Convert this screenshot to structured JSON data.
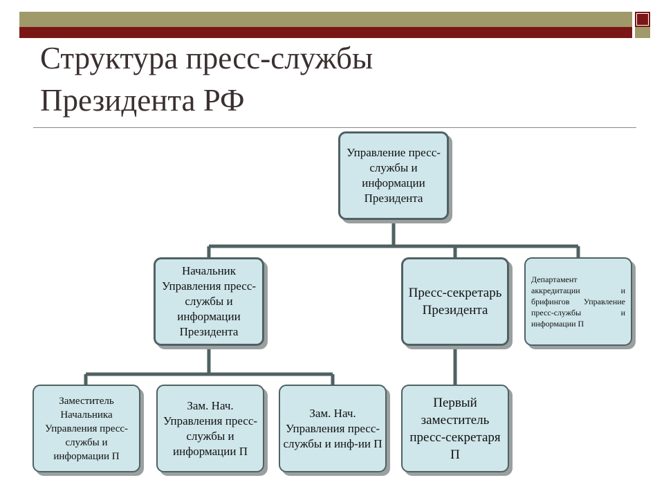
{
  "slide": {
    "title_line1": "Структура пресс-службы",
    "title_line2": "Президента РФ"
  },
  "colors": {
    "box_fill": "#cfe6ea",
    "box_border": "#4f6163",
    "connector": "#4f6163",
    "title_text": "#3a3030",
    "band_olive": "#a09a6a",
    "band_maroon": "#7a1616"
  },
  "boxes": {
    "root": "Управление пресс-службы и информации Президента",
    "head": "Начальник Управления пресс-службы и информации Президента",
    "press_secretary": "Пресс-секретарь Президента",
    "department": "Департамент аккредитации и брифингов Управление пресс-службы и информации П",
    "deputy_head": "Заместитель Начальника Управления пресс-службы и информации П",
    "vice_head_1": "Зам. Нач. Управления пресс-службы и информации П",
    "vice_head_2": "Зам. Нач. Управления пресс-службы и инф-ии П",
    "first_deputy_secretary": "Первый заместитель пресс-секретаря П"
  }
}
